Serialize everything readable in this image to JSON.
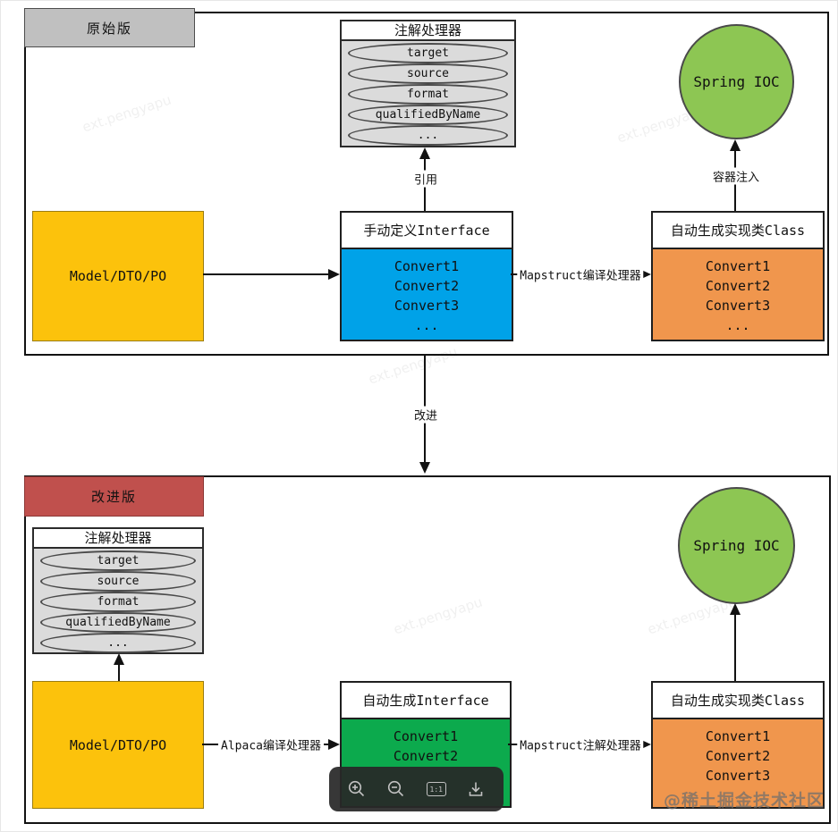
{
  "original": {
    "tag": "原始版",
    "annotation": {
      "title": "注解处理器",
      "items": [
        "target",
        "source",
        "format",
        "qualifiedByName",
        "..."
      ]
    },
    "model": "Model/DTO/PO",
    "interface": {
      "title": "手动定义Interface",
      "items": [
        "Convert1",
        "Convert2",
        "Convert3",
        "..."
      ]
    },
    "impl": {
      "title": "自动生成实现类Class",
      "items": [
        "Convert1",
        "Convert2",
        "Convert3",
        "..."
      ]
    },
    "spring": "Spring IOC",
    "ref_label": "引用",
    "inject_label": "容器注入",
    "compile_label": "Mapstruct编译处理器"
  },
  "improve_label": "改进",
  "improved": {
    "tag": "改进版",
    "annotation": {
      "title": "注解处理器",
      "items": [
        "target",
        "source",
        "format",
        "qualifiedByName",
        "..."
      ]
    },
    "model": "Model/DTO/PO",
    "interface": {
      "title": "自动生成Interface",
      "items": [
        "Convert1",
        "Convert2"
      ]
    },
    "impl": {
      "title": "自动生成实现类Class",
      "items": [
        "Convert1",
        "Convert2",
        "Convert3"
      ]
    },
    "spring": "Spring IOC",
    "alpaca_label": "Alpaca编译处理器",
    "mapstruct_label": "Mapstruct注解处理器"
  },
  "toolbar": {
    "zoom_in": "zoom-in",
    "zoom_out": "zoom-out",
    "actual": "1:1",
    "download": "download"
  },
  "watermark": {
    "community": "@稀土掘金技术社区",
    "diagonal": "ext.pengyapu"
  },
  "colors": {
    "yellow": "#FCC20C",
    "blue": "#00A2E8",
    "green": "#0CAA4D",
    "orange": "#F0964D",
    "circle_green": "#8DC653",
    "red": "#C0504D",
    "gray": "#C0C0C0"
  }
}
